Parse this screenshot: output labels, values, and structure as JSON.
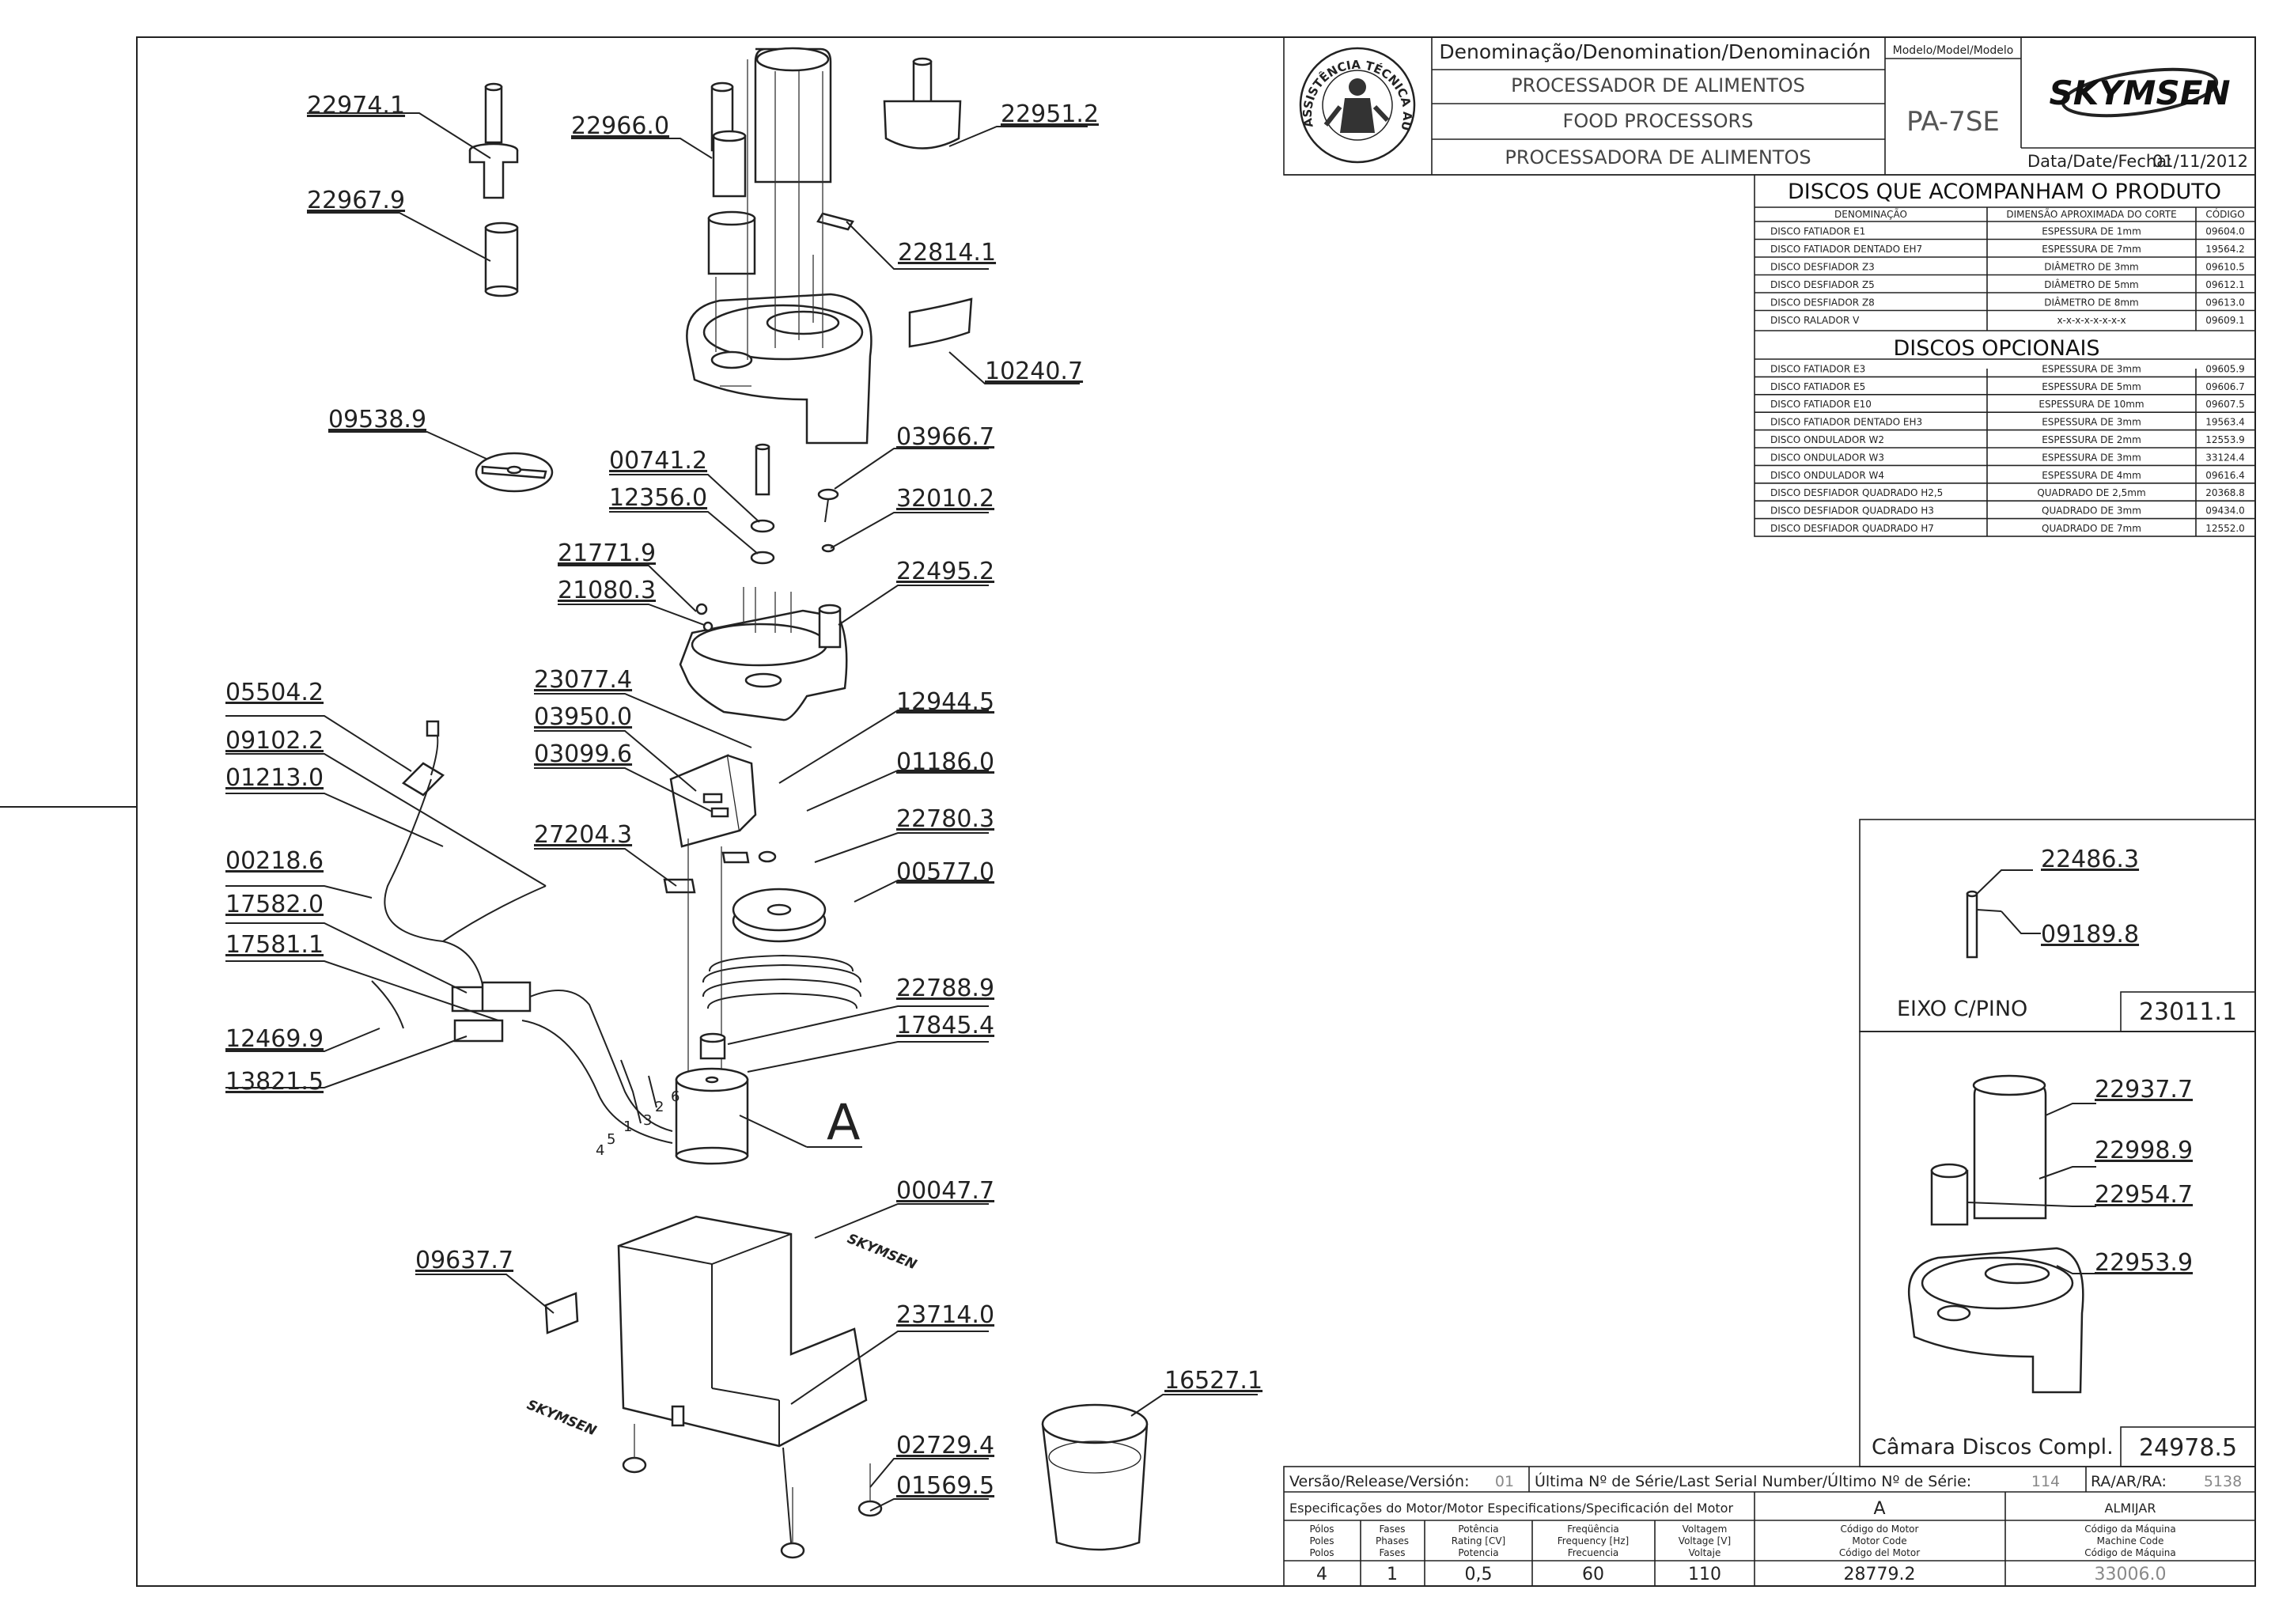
{
  "title_block": {
    "denomination_header": "Denominação/Denomination/Denominación",
    "names": [
      "PROCESSADOR DE ALIMENTOS",
      "FOOD PROCESSORS",
      "PROCESSADORA DE ALIMENTOS"
    ],
    "model_header": "Modelo/Model/Modelo",
    "model": "PA-7SE",
    "date_label": "Data/Date/Fecha:",
    "date": "01/11/2012",
    "seal_text": "ASSISTÊNCIA TÉCNICA AUTORIZADA",
    "brand": "SKYMSEN"
  },
  "discs_included": {
    "title": "DISCOS QUE ACOMPANHAM O PRODUTO",
    "headers": [
      "DENOMINAÇÃO",
      "DIMENSÃO APROXIMADA DO CORTE",
      "CÓDIGO"
    ],
    "rows": [
      [
        "DISCO FATIADOR E1",
        "ESPESSURA DE 1mm",
        "09604.0"
      ],
      [
        "DISCO FATIADOR DENTADO EH7",
        "ESPESSURA DE 7mm",
        "19564.2"
      ],
      [
        "DISCO DESFIADOR Z3",
        "DIÂMETRO DE 3mm",
        "09610.5"
      ],
      [
        "DISCO DESFIADOR Z5",
        "DIÂMETRO DE 5mm",
        "09612.1"
      ],
      [
        "DISCO DESFIADOR Z8",
        "DIÂMETRO DE 8mm",
        "09613.0"
      ],
      [
        "DISCO RALADOR V",
        "x-x-x-x-x-x-x-x",
        "09609.1"
      ]
    ]
  },
  "discs_optional": {
    "title": "DISCOS OPCIONAIS",
    "rows": [
      [
        "DISCO FATIADOR E3",
        "ESPESSURA DE 3mm",
        "09605.9"
      ],
      [
        "DISCO FATIADOR E5",
        "ESPESSURA DE 5mm",
        "09606.7"
      ],
      [
        "DISCO FATIADOR E10",
        "ESPESSURA DE 10mm",
        "09607.5"
      ],
      [
        "DISCO FATIADOR DENTADO EH3",
        "ESPESSURA DE 3mm",
        "19563.4"
      ],
      [
        "DISCO ONDULADOR W2",
        "ESPESSURA DE 2mm",
        "12553.9"
      ],
      [
        "DISCO ONDULADOR W3",
        "ESPESSURA DE 3mm",
        "33124.4"
      ],
      [
        "DISCO ONDULADOR W4",
        "ESPESSURA DE 4mm",
        "09616.4"
      ],
      [
        "DISCO DESFIADOR QUADRADO H2,5",
        "QUADRADO DE 2,5mm",
        "20368.8"
      ],
      [
        "DISCO DESFIADOR QUADRADO H3",
        "QUADRADO DE 3mm",
        "09434.0"
      ],
      [
        "DISCO DESFIADOR QUADRADO H7",
        "QUADRADO DE 7mm",
        "12552.0"
      ]
    ]
  },
  "callouts": {
    "c22974_1": "22974.1",
    "c22967_9": "22967.9",
    "c22966_0": "22966.0",
    "c22951_2": "22951.2",
    "c22814_1": "22814.1",
    "c10240_7": "10240.7",
    "c09538_9": "09538.9",
    "c00741_2": "00741.2",
    "c03966_7": "03966.7",
    "c12356_0": "12356.0",
    "c32010_2": "32010.2",
    "c21771_9": "21771.9",
    "c21080_3": "21080.3",
    "c22495_2": "22495.2",
    "c23077_4": "23077.4",
    "c03950_0": "03950.0",
    "c03099_6": "03099.6",
    "c12944_5": "12944.5",
    "c01186_0": "01186.0",
    "c22780_3": "22780.3",
    "c27204_3": "27204.3",
    "c00577_0": "00577.0",
    "c05504_2": "05504.2",
    "c09102_2": "09102.2",
    "c01213_0": "01213.0",
    "c00218_6": "00218.6",
    "c17582_0": "17582.0",
    "c17581_1": "17581.1",
    "c12469_9": "12469.9",
    "c13821_5": "13821.5",
    "c22788_9": "22788.9",
    "c17845_4": "17845.4",
    "c00047_7": "00047.7",
    "c09637_7": "09637.7",
    "c23714_0": "23714.0",
    "c16527_1": "16527.1",
    "c02729_4": "02729.4",
    "c01569_5": "01569.5"
  },
  "wire_numbers": [
    "1",
    "2",
    "3",
    "4",
    "5",
    "6"
  ],
  "motor_marker": "A",
  "shaft_box": {
    "c22486_3": "22486.3",
    "c09189_8": "09189.8",
    "caption": "EIXO C/PINO",
    "code": "23011.1"
  },
  "chamber_box": {
    "c22937_7": "22937.7",
    "c22998_9": "22998.9",
    "c22954_7": "22954.7",
    "c22953_9": "22953.9",
    "caption": "Câmara Discos Compl.",
    "code": "24978.5"
  },
  "bottom_block": {
    "version_label": "Versão/Release/Versión:",
    "version": "01",
    "serial_label": "Última Nº de Série/Last Serial Number/Último Nº de Série:",
    "serial": "114",
    "ra_label": "RA/AR/RA:",
    "ra": "5138",
    "motor_spec_label": "Especificações do Motor/Motor Especifications/Specificación del Motor",
    "motor_letter": "A",
    "maker": "ALMIJAR",
    "col_headers": [
      [
        "Pólos",
        "Poles",
        "Polos"
      ],
      [
        "Fases",
        "Phases",
        "Fases"
      ],
      [
        "Potência",
        "Rating [CV]",
        "Potencia"
      ],
      [
        "Freqüência",
        "Frequency [Hz]",
        "Frecuencia"
      ],
      [
        "Voltagem",
        "Voltage [V]",
        "Voltaje"
      ],
      [
        "Código do Motor",
        "Motor Code",
        "Código del Motor"
      ],
      [
        "Código da Máquina",
        "Machine Code",
        "Código de Máquina"
      ]
    ],
    "values": [
      "4",
      "1",
      "0,5",
      "60",
      "110",
      "28779.2",
      "33006.0"
    ]
  }
}
